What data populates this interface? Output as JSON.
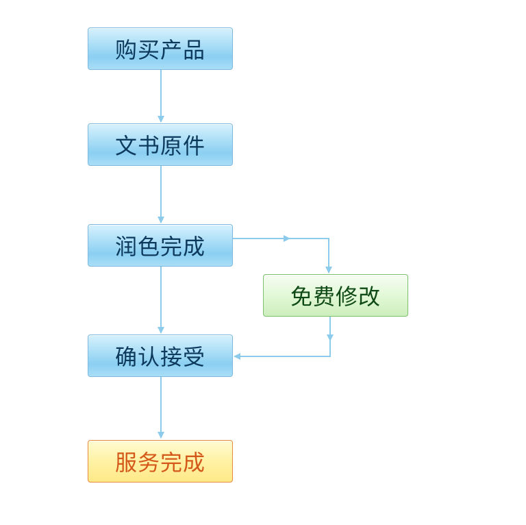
{
  "flowchart": {
    "nodes": [
      {
        "id": "buy",
        "label": "购买产品"
      },
      {
        "id": "original",
        "label": "文书原件"
      },
      {
        "id": "polish",
        "label": "润色完成"
      },
      {
        "id": "revise",
        "label": "免费修改"
      },
      {
        "id": "accept",
        "label": "确认接受"
      },
      {
        "id": "done",
        "label": "服务完成"
      }
    ],
    "edges": [
      {
        "from": "buy",
        "to": "original"
      },
      {
        "from": "original",
        "to": "polish"
      },
      {
        "from": "polish",
        "to": "accept"
      },
      {
        "from": "polish",
        "to": "revise"
      },
      {
        "from": "revise",
        "to": "accept"
      },
      {
        "from": "accept",
        "to": "done"
      }
    ]
  },
  "colors": {
    "process": "#a6dcf6",
    "revision": "#e2f8d7",
    "terminal": "#fff2a4",
    "connector": "#8ccbec"
  }
}
